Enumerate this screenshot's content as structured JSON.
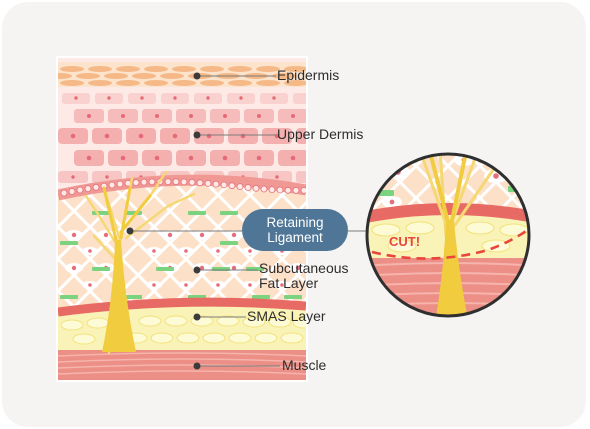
{
  "diagram": {
    "layers": [
      {
        "id": "epidermis",
        "label": "Epidermis"
      },
      {
        "id": "upper_dermis",
        "label": "Upper Dermis"
      },
      {
        "id": "retaining_ligament",
        "label_line1": "Retaining",
        "label_line2": "Ligament"
      },
      {
        "id": "subcutaneous_fat",
        "label_line1": "Subcutaneous",
        "label_line2": "Fat Layer"
      },
      {
        "id": "smas",
        "label": "SMAS Layer"
      },
      {
        "id": "muscle",
        "label": "Muscle"
      }
    ],
    "callout": {
      "text": "CUT!"
    },
    "colors": {
      "epidermis": "#f7c9a0",
      "dermis": "#fde9e6",
      "cell": "#f3b4b2",
      "fat": "#fce0c8",
      "ligament": "#f1cc3f",
      "smas": "#e86a64",
      "muscle": "#ec8f86",
      "label_pill": "#4f7697",
      "cut": "#e8453c"
    }
  }
}
